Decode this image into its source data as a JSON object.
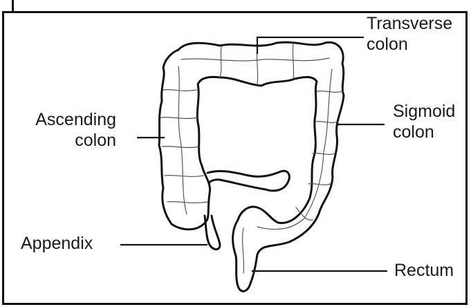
{
  "labels": {
    "transverse": {
      "line1": "Transverse",
      "line2": "colon"
    },
    "ascending": {
      "line1": "Ascending",
      "line2": "colon"
    },
    "sigmoid": {
      "line1": "Sigmoid",
      "line2": "colon"
    },
    "appendix": "Appendix",
    "rectum": "Rectum"
  },
  "colors": {
    "stroke": "#111111",
    "text": "#1a1a1a",
    "background": "#ffffff"
  }
}
